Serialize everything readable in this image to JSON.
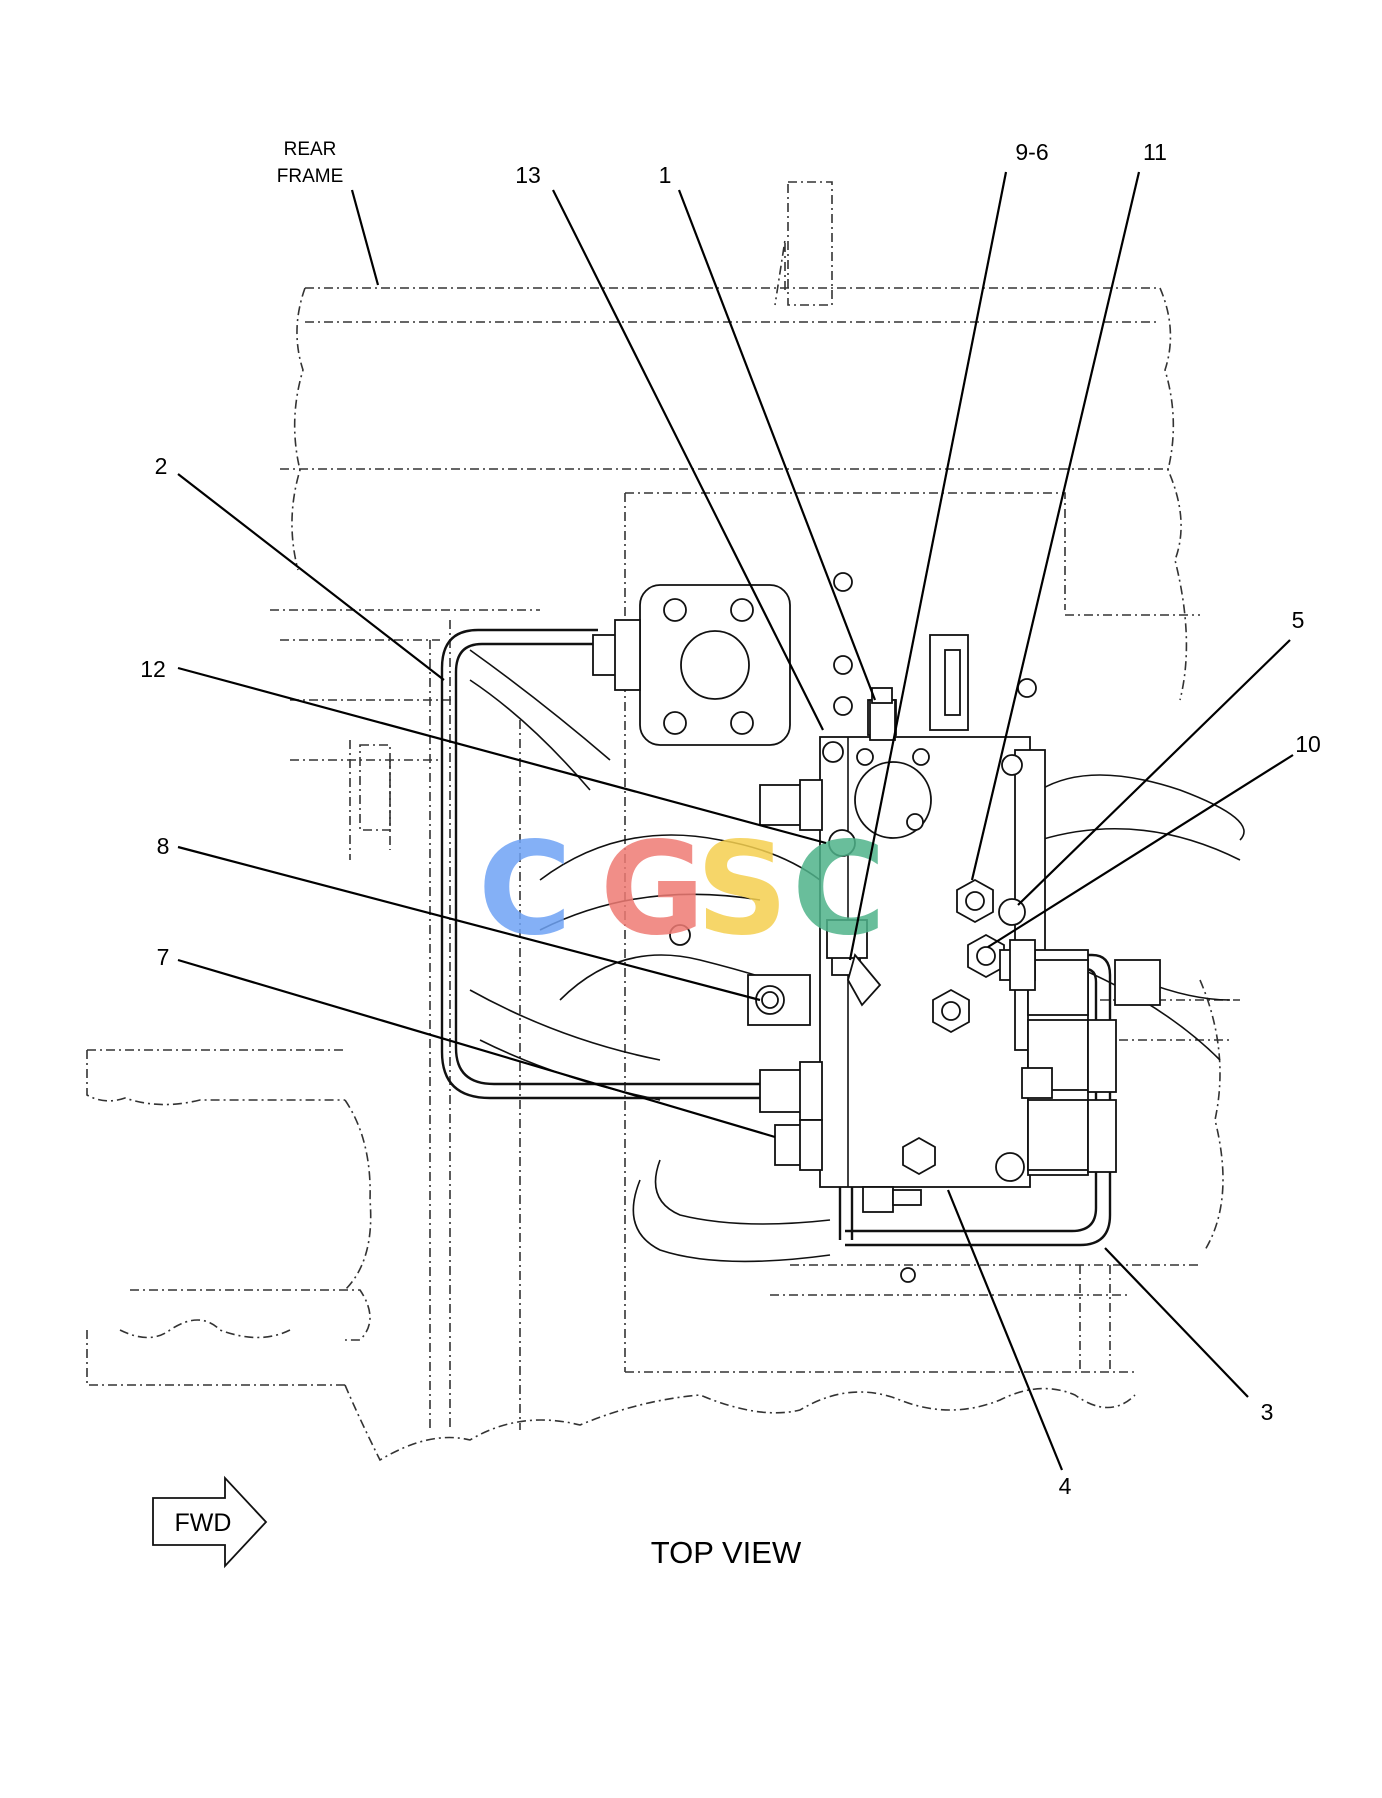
{
  "view_title": "TOP VIEW",
  "direction_label": "FWD",
  "frame_label": [
    "REAR",
    "FRAME"
  ],
  "callouts": [
    {
      "id": "13",
      "label": "13"
    },
    {
      "id": "1",
      "label": "1"
    },
    {
      "id": "9-6",
      "label": "9-6"
    },
    {
      "id": "11",
      "label": "11"
    },
    {
      "id": "2",
      "label": "2"
    },
    {
      "id": "5",
      "label": "5"
    },
    {
      "id": "12",
      "label": "12"
    },
    {
      "id": "10",
      "label": "10"
    },
    {
      "id": "8",
      "label": "8"
    },
    {
      "id": "7",
      "label": "7"
    },
    {
      "id": "3",
      "label": "3"
    },
    {
      "id": "4",
      "label": "4"
    }
  ],
  "watermark": {
    "letters": [
      "C",
      "G",
      "S",
      "C"
    ],
    "colors": [
      "#6fa3f5",
      "#ef7b74",
      "#f5d04f",
      "#4fb38a"
    ]
  }
}
